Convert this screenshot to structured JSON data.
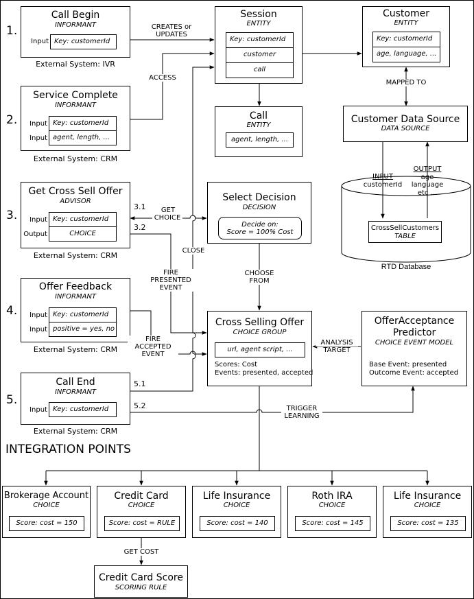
{
  "colors": {
    "line": "#000000",
    "fill": "#ffffff"
  },
  "numbers": [
    "1.",
    "2.",
    "3.",
    "4.",
    "5."
  ],
  "integration_title": "INTEGRATION POINTS",
  "informants": {
    "call_begin": {
      "title": "Call Begin",
      "type": "INFORMANT",
      "input_label": "Input",
      "field": "Key: customerId",
      "external": "External System: IVR"
    },
    "service_complete": {
      "title": "Service Complete",
      "type": "INFORMANT",
      "input_labels": [
        "Input",
        "Input"
      ],
      "fields": [
        "Key: customerId",
        "agent, length, ..."
      ],
      "external": "External System: CRM"
    },
    "get_cross_sell": {
      "title": "Get Cross Sell Offer",
      "type": "ADVISOR",
      "labels": [
        "Input",
        "Output"
      ],
      "fields": [
        "Key: customerId",
        "CHOICE"
      ],
      "external": "External System: CRM"
    },
    "offer_feedback": {
      "title": "Offer Feedback",
      "type": "INFORMANT",
      "input_labels": [
        "Input",
        "Input"
      ],
      "fields": [
        "Key: customerId",
        "positive = yes, no"
      ],
      "external": "External System: CRM"
    },
    "call_end": {
      "title": "Call End",
      "type": "INFORMANT",
      "input_label": "Input",
      "field": "Key: customerId",
      "external": "External System: CRM"
    }
  },
  "entities": {
    "session": {
      "title": "Session",
      "type": "ENTITY",
      "rows": [
        "Key: customerId",
        "customer",
        "call"
      ]
    },
    "customer": {
      "title": "Customer",
      "type": "ENTITY",
      "rows": [
        "Key: customerId",
        "age, language, ..."
      ]
    },
    "call": {
      "title": "Call",
      "type": "ENTITY",
      "field": "agent, length, ..."
    }
  },
  "data_source": {
    "title": "Customer Data Source",
    "type": "DATA SOURCE"
  },
  "database": {
    "input_heading": "INPUT",
    "input_value": "customerId",
    "output_heading": "OUTPUT",
    "output_values": [
      "age",
      "language",
      "etc ..."
    ],
    "table_name": "CrossSellCustomers",
    "table_type": "TABLE",
    "caption": "RTD Database"
  },
  "decision": {
    "title": "Select Decision",
    "type": "DECISION",
    "field_lines": [
      "Decide on:",
      "Score = 100% Cost"
    ]
  },
  "choice_group": {
    "title": "Cross Selling Offer",
    "type": "CHOICE GROUP",
    "field": "url, agent script, ...",
    "details": [
      "Scores: Cost",
      "Events: presented, accepted"
    ]
  },
  "predictor": {
    "title_lines": [
      "OfferAcceptance",
      "Predictor"
    ],
    "type": "CHOICE EVENT MODEL",
    "details": [
      "Base Event: presented",
      "Outcome Event: accepted"
    ]
  },
  "choices": [
    {
      "title": "Brokerage Account",
      "type": "CHOICE",
      "score": "Score: cost = 150"
    },
    {
      "title": "Credit Card",
      "type": "CHOICE",
      "score": "Score: cost = RULE"
    },
    {
      "title": "Life Insurance",
      "type": "CHOICE",
      "score": "Score: cost = 140"
    },
    {
      "title": "Roth IRA",
      "type": "CHOICE",
      "score": "Score: cost = 145"
    },
    {
      "title": "Life Insurance",
      "type": "CHOICE",
      "score": "Score: cost = 135"
    }
  ],
  "scoring_rule": {
    "title": "Credit Card Score",
    "type": "SCORING RULE"
  },
  "edge_labels": {
    "creates_updates": [
      "CREATES or",
      "UPDATES"
    ],
    "access": "ACCESS",
    "mapped_to": "MAPPED TO",
    "get_choice": [
      "GET",
      "CHOICE"
    ],
    "close": "CLOSE",
    "fire_presented": [
      "FIRE",
      "PRESENTED",
      "EVENT"
    ],
    "choose_from": [
      "CHOOSE",
      "FROM"
    ],
    "fire_accepted": [
      "FIRE",
      "ACCEPTED",
      "EVENT"
    ],
    "analysis_target": [
      "ANALYSIS",
      "TARGET"
    ],
    "trigger_learning": [
      "TRIGGER",
      "LEARNING"
    ],
    "get_cost": "GET COST"
  },
  "step_labels": [
    "3.1",
    "3.2",
    "5.1",
    "5.2"
  ]
}
